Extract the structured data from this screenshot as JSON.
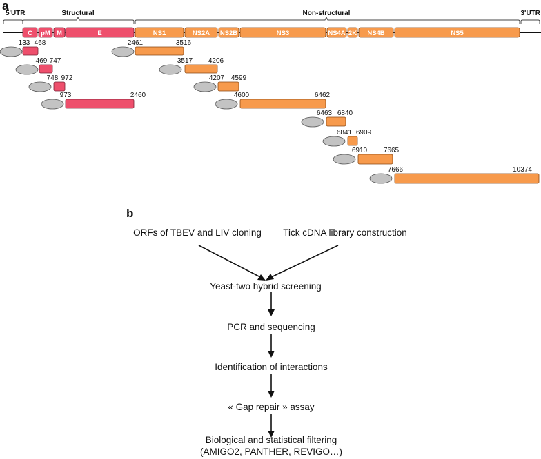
{
  "panel_a": {
    "letter": "a",
    "labels": {
      "utr5": "5'UTR",
      "structural": "Structural",
      "nonstructural": "Non-structural",
      "utr3": "3'UTR"
    },
    "genome_segments": [
      {
        "id": "c",
        "label": "C",
        "group": "structural"
      },
      {
        "id": "pm",
        "label": "pM",
        "group": "structural"
      },
      {
        "id": "m",
        "label": "M",
        "group": "structural"
      },
      {
        "id": "e",
        "label": "E",
        "group": "structural"
      },
      {
        "id": "ns1",
        "label": "NS1",
        "group": "nonstructural"
      },
      {
        "id": "ns2a",
        "label": "NS2A",
        "group": "nonstructural"
      },
      {
        "id": "ns2b",
        "label": "NS2B",
        "group": "nonstructural"
      },
      {
        "id": "ns3",
        "label": "NS3",
        "group": "nonstructural"
      },
      {
        "id": "ns4a",
        "label": "NS4A",
        "group": "nonstructural"
      },
      {
        "id": "2k",
        "label": "2K",
        "group": "nonstructural"
      },
      {
        "id": "ns4b",
        "label": "NS4B",
        "group": "nonstructural"
      },
      {
        "id": "ns5",
        "label": "NS5",
        "group": "nonstructural"
      }
    ],
    "constructs": [
      {
        "id": "c",
        "start": "133",
        "end": "468",
        "group": "structural"
      },
      {
        "id": "pm",
        "start": "469",
        "end": "747",
        "group": "structural"
      },
      {
        "id": "m",
        "start": "748",
        "end": "972",
        "group": "structural"
      },
      {
        "id": "e",
        "start": "973",
        "end": "2460",
        "group": "structural"
      },
      {
        "id": "ns1",
        "start": "2461",
        "end": "3516",
        "group": "nonstructural"
      },
      {
        "id": "ns2a",
        "start": "3517",
        "end": "4206",
        "group": "nonstructural"
      },
      {
        "id": "ns2b",
        "start": "4207",
        "end": "4599",
        "group": "nonstructural"
      },
      {
        "id": "ns3",
        "start": "4600",
        "end": "6462",
        "group": "nonstructural"
      },
      {
        "id": "ns4a",
        "start": "6463",
        "end": "6840",
        "group": "nonstructural"
      },
      {
        "id": "2k",
        "start": "6841",
        "end": "6909",
        "group": "nonstructural"
      },
      {
        "id": "ns4b",
        "start": "6910",
        "end": "7665",
        "group": "nonstructural"
      },
      {
        "id": "ns5",
        "start": "7666",
        "end": "10374",
        "group": "nonstructural"
      }
    ],
    "colors": {
      "structural": "#ee4f6c",
      "nonstructural": "#f79a4c",
      "oval": "#c3c3c3",
      "line": "#111111"
    }
  },
  "panel_b": {
    "letter": "b",
    "left_input": "ORFs of TBEV and LIV cloning",
    "right_input": "Tick cDNA library construction",
    "steps": [
      "Yeast-two hybrid screening",
      "PCR and sequencing",
      "Identification of interactions",
      "« Gap repair » assay",
      "Biological and statistical filtering"
    ],
    "final_note": "(AMIGO2, PANTHER, REVIGO…)"
  }
}
